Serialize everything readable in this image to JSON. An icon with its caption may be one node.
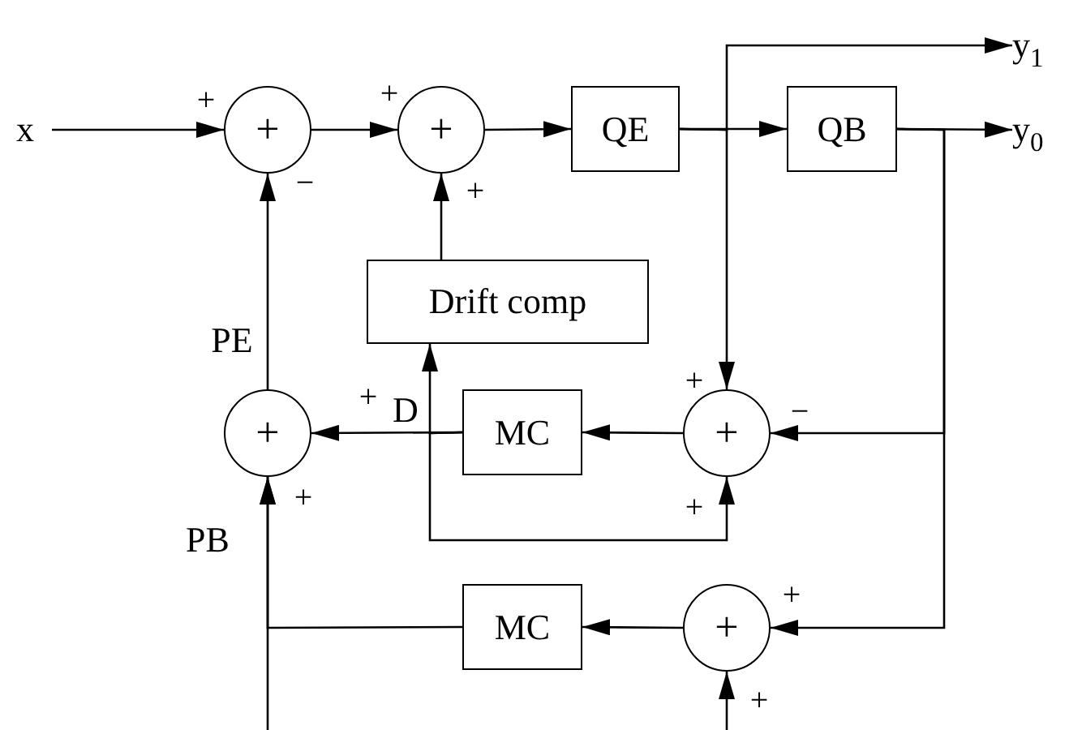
{
  "diagram": {
    "nodes": [
      {
        "text": [
          "x"
        ]
      },
      {
        "text": [
          "+"
        ]
      },
      {
        "text": [
          "+"
        ]
      },
      {
        "text": [
          "QE"
        ]
      },
      {
        "text": [
          "QB"
        ]
      },
      {
        "text": [
          "y$_{1}$"
        ]
      },
      {
        "text": [
          "y$_{0}$"
        ]
      },
      {
        "text": [
          "Drift comp"
        ]
      },
      {
        "text": [
          "+"
        ]
      },
      {
        "text": [
          "MC"
        ]
      },
      {
        "text": [
          "+"
        ]
      },
      {
        "text": [
          "MC"
        ]
      },
      {
        "text": [
          "+"
        ]
      }
    ],
    "edges": [
      {
        "from": 0,
        "to": 1,
        "arrow": "to"
      },
      {
        "from": 1,
        "to": 2,
        "arrow": "to"
      },
      {
        "from": 2,
        "to": 3,
        "arrow": "to"
      },
      {
        "from": 3,
        "to": 4,
        "arrow": "to"
      },
      {
        "from": 4,
        "to": 6,
        "arrow": "to"
      },
      {
        "from": 3,
        "to": 5,
        "arrow": "to"
      },
      {
        "from": 3,
        "to": 10,
        "arrow": "to"
      },
      {
        "from": 7,
        "to": 2,
        "arrow": "to"
      },
      {
        "from": 8,
        "to": 1,
        "arrow": "to"
      },
      {
        "from": 10,
        "to": 9,
        "arrow": "to"
      },
      {
        "from": 9,
        "to": 8,
        "arrow": "to"
      },
      {
        "from": 9,
        "to": 7,
        "arrow": "to"
      },
      {
        "from": 9,
        "to": 10,
        "arrow": "to"
      },
      {
        "from": 4,
        "to": 10,
        "arrow": "to"
      },
      {
        "from": 4,
        "to": 12,
        "arrow": "to"
      },
      {
        "from": 12,
        "to": 11,
        "arrow": "to"
      },
      {
        "from": 11,
        "to": 8,
        "arrow": "to"
      },
      {
        "from": null,
        "to": 8,
        "arrow": "to"
      },
      {
        "from": null,
        "to": 12,
        "arrow": "to"
      }
    ],
    "labels": [
      "+",
      "−",
      "+",
      "+",
      "PE",
      "+",
      "D",
      "+",
      "−",
      "+",
      "PB",
      "+",
      "+",
      "+"
    ]
  }
}
